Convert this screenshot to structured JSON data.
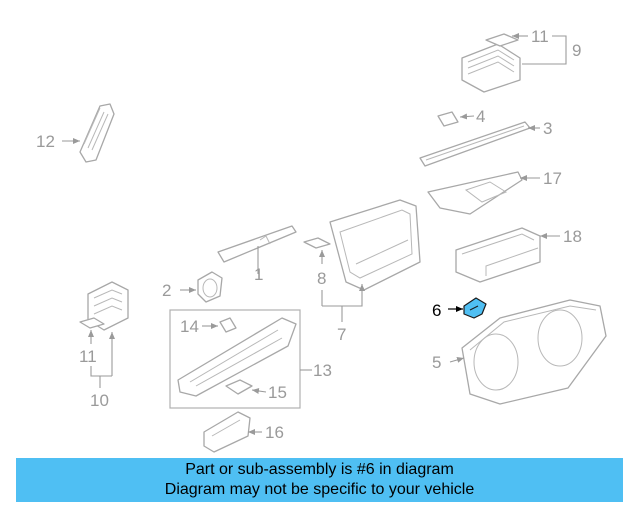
{
  "callouts": {
    "c1": "1",
    "c2": "2",
    "c3": "3",
    "c4": "4",
    "c5": "5",
    "c6": "6",
    "c7": "7",
    "c8": "8",
    "c9": "9",
    "c10": "10",
    "c11a": "11",
    "c11b": "11",
    "c12": "12",
    "c13": "13",
    "c14": "14",
    "c15": "15",
    "c16": "16",
    "c17": "17",
    "c18": "18"
  },
  "highlight": {
    "part_number": "6",
    "color": "#4fbff3"
  },
  "banner": {
    "line1": "Part or sub-assembly is #6 in diagram",
    "line2": "Diagram may not be specific to your vehicle",
    "background": "#4fbff3"
  }
}
